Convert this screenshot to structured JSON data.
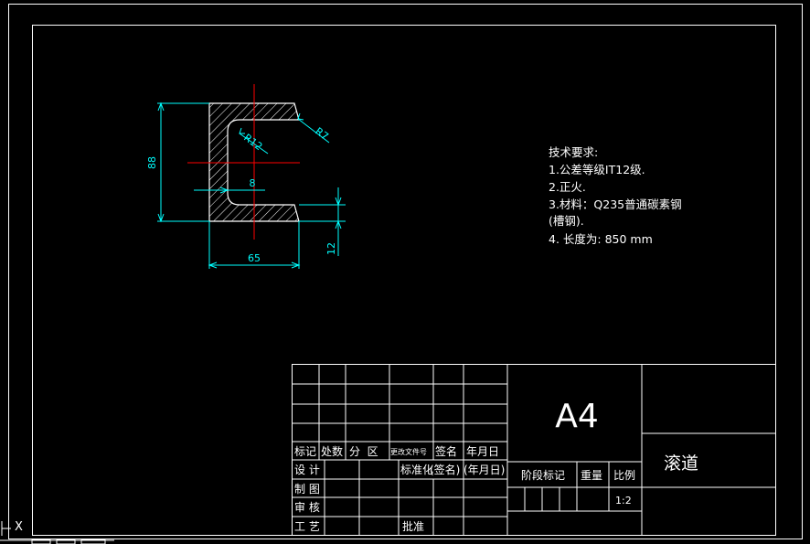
{
  "drawing": {
    "dimensions": {
      "height": "88",
      "width": "65",
      "web_thickness": "8",
      "flange_thickness": "12",
      "inner_radius": "R12",
      "outer_radius": "R7"
    },
    "tech_requirements": {
      "title": "技术要求:",
      "items": [
        "1.公差等级IT12级.",
        "2.正火.",
        "3.材料：Q235普通碳素钢",
        "(槽钢).",
        "4. 长度为: 850 mm"
      ]
    }
  },
  "title_block": {
    "sheet_size": "A4",
    "part_name": "滚道",
    "scale": "1:2",
    "labels": {
      "mark": "标记",
      "count": "处数",
      "zone": "分  区",
      "change_doc": "更改文件号",
      "signature": "签名",
      "date": "年月日",
      "design": "设 计",
      "standardization": "标准化",
      "sign_paren": "(签名)",
      "date_paren": "(年月日)",
      "drafting": "制 图",
      "review": "审 核",
      "process": "工 艺",
      "approve": "批准",
      "stage_mark": "阶段标记",
      "weight": "重量",
      "ratio": "比例"
    }
  },
  "status_bar": {
    "axis_icon_label": "X"
  },
  "colors": {
    "background": "#000000",
    "frame": "#ffffff",
    "hatch": "#ffffff",
    "dimension": "#00ffff",
    "centerline": "#ff0000"
  }
}
